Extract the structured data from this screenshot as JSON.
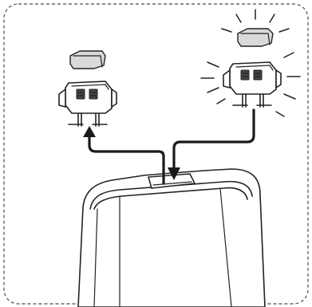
{
  "diagram": {
    "components": [
      "dashed-border",
      "device-body",
      "socket-opening",
      "removed-cap",
      "removed-connector",
      "new-cap",
      "new-connector",
      "remove-arrow",
      "insert-arrow",
      "highlight-rays"
    ],
    "colors": {
      "ink": "#222222",
      "cap_fill": "#d9d9d9",
      "background": "#ffffff",
      "frame": "#666666"
    }
  }
}
